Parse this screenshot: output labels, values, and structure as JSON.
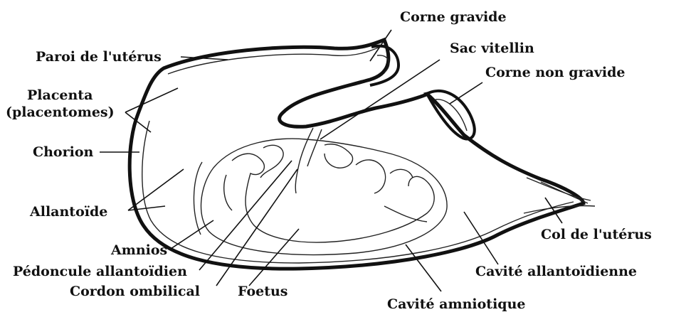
{
  "colors": {
    "ink": "#111111",
    "paper": "#ffffff"
  },
  "labels": {
    "corne_gravide": "Corne gravide",
    "sac_vitellin": "Sac vitellin",
    "corne_non_gravide": "Corne non gravide",
    "paroi_uterus": "Paroi de l'utérus",
    "placenta_1": "Placenta",
    "placenta_2": "(placentomes)",
    "chorion": "Chorion",
    "allantoide": "Allantoïde",
    "amnios": "Amnios",
    "pedoncule": "Pédoncule allantoïdien",
    "cordon": "Cordon ombilical",
    "foetus": "Foetus",
    "cavite_amniotique": "Cavité amniotique",
    "cavite_allantoidienne": "Cavité allantoïdienne",
    "col_uterus": "Col de l'utérus"
  }
}
